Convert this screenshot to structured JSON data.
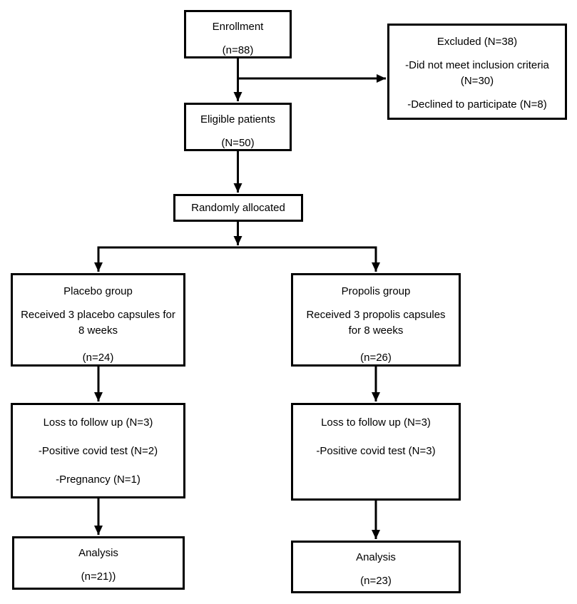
{
  "diagram": {
    "type": "consort-flowchart",
    "colors": {
      "line": "#000000",
      "box_border": "#000000",
      "box_fill": "#ffffff",
      "text": "#000000",
      "background": "#ffffff"
    },
    "boxes": {
      "enrollment": {
        "lines": [
          "Enrollment",
          "(n=88)"
        ]
      },
      "excluded": {
        "lines": [
          "Excluded (N=38)",
          "-Did not meet inclusion criteria (N=30)",
          "-Declined to participate (N=8)"
        ]
      },
      "eligible": {
        "lines": [
          "Eligible patients",
          "(N=50)"
        ]
      },
      "randomized": {
        "lines": [
          "Randomly allocated"
        ]
      },
      "placebo_group": {
        "lines": [
          "Placebo group",
          "Received 3 placebo capsules for 8 weeks",
          "(n=24)"
        ]
      },
      "propolis_group": {
        "lines": [
          "Propolis group",
          "Received 3 propolis capsules for 8 weeks",
          "(n=26)"
        ]
      },
      "loss_placebo": {
        "lines": [
          "Loss to follow up (N=3)",
          "-Positive covid test (N=2)",
          "-Pregnancy (N=1)"
        ]
      },
      "loss_propolis": {
        "lines": [
          "Loss to follow up (N=3)",
          "-Positive covid test (N=3)"
        ]
      },
      "analysis_placebo": {
        "lines": [
          "Analysis",
          "(n=21))"
        ]
      },
      "analysis_propolis": {
        "lines": [
          "Analysis",
          "(n=23)"
        ]
      }
    }
  }
}
